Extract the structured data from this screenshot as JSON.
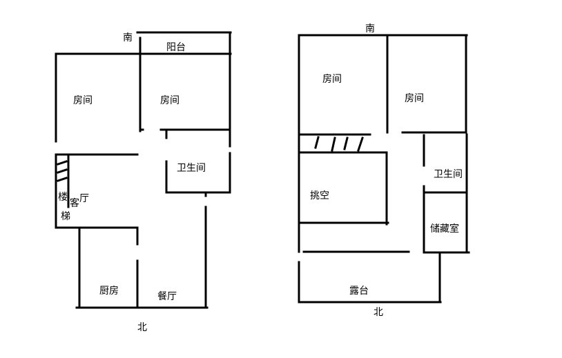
{
  "floor1": {
    "south": "南",
    "north": "北",
    "rooms": {
      "balcony": "阳台",
      "room_left": "房间",
      "room_right": "房间",
      "bathroom": "卫生间",
      "stairs_1": "楼",
      "stairs_2": "梯",
      "living_1": "客",
      "living_2": "厅",
      "kitchen": "厨房",
      "dining": "餐厅"
    }
  },
  "floor2": {
    "south": "南",
    "north": "北",
    "rooms": {
      "room_left": "房间",
      "room_right": "房间",
      "void": "挑空",
      "bathroom": "卫生间",
      "storage": "储藏室",
      "terrace": "露台"
    }
  },
  "colors": {
    "wall": "#000000",
    "background": "#ffffff"
  }
}
